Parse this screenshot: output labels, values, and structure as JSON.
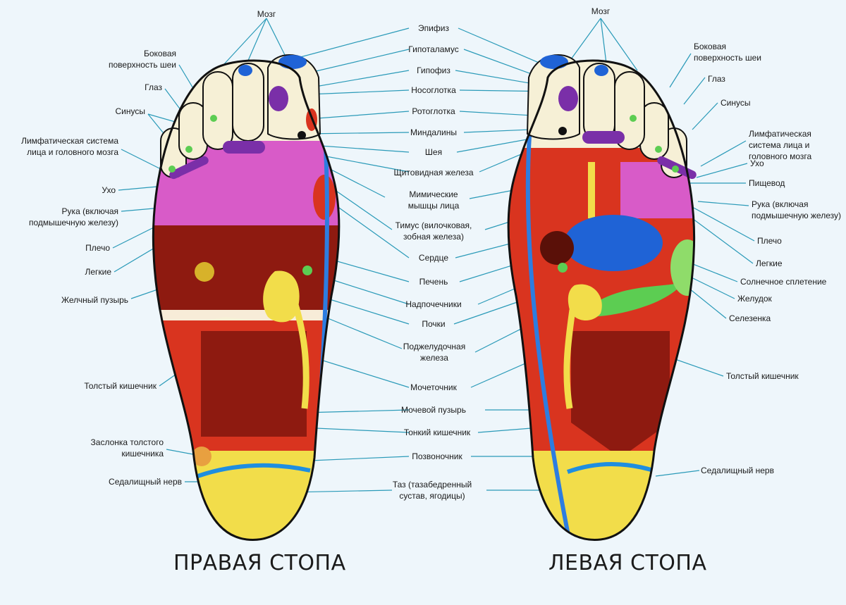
{
  "titles": {
    "right_foot": "ПРАВАЯ СТОПА",
    "left_foot": "ЛЕВАЯ СТОПА"
  },
  "colors": {
    "background": "#eef6fb",
    "leader": "#2a9ab8",
    "spine": "#2d7de0",
    "magenta": "#d85bc8",
    "dark_red": "#8e1a10",
    "red": "#d9341f",
    "yellow": "#f2dd4a",
    "green": "#5ccd52",
    "purple": "#7a2fa8",
    "blue": "#1f63d6"
  },
  "center_labels": [
    "Эпифиз",
    "Гипоталамус",
    "Гипофиз",
    "Носоглотка",
    "Ротоглотка",
    "Миндалины",
    "Шея",
    "Щитовидная железа",
    "Мимические мышцы лица",
    "Тимус (вилочковая, зобная железа)",
    "Сердце",
    "Печень",
    "Надпочечники",
    "Почки",
    "Поджелудочная железа",
    "Мочеточник",
    "Мочевой пузырь",
    "Тонкий кишечник",
    "Позвоночник",
    "Таз (тазабедренный сустав, ягодицы)"
  ],
  "right_foot_labels": [
    "Мозг",
    "Боковая поверхность шеи",
    "Глаз",
    "Синусы",
    "Лимфатическая система лица и головного мозга",
    "Ухо",
    "Рука (включая подмышечную железу)",
    "Плечо",
    "Легкие",
    "Желчный пузырь",
    "Толстый кишечник",
    "Заслонка толстого кишечника",
    "Седалищный нерв"
  ],
  "left_foot_labels": [
    "Мозг",
    "Боковая поверхность шеи",
    "Глаз",
    "Синусы",
    "Лимфатическая система лица и головного мозга",
    "Ухо",
    "Пищевод",
    "Рука (включая подмышечную железу)",
    "Плечо",
    "Легкие",
    "Солнечное сплетение",
    "Желудок",
    "Селезенка",
    "Толстый кишечник",
    "Седалищный нерв"
  ]
}
